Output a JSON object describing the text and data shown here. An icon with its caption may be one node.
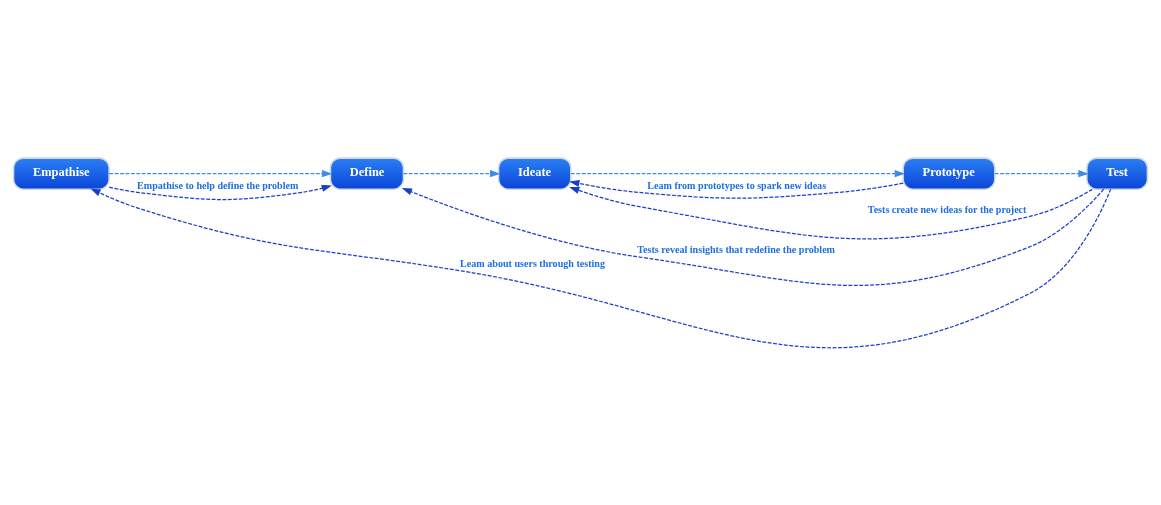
{
  "diagram": {
    "nodes": [
      {
        "text": [
          "Empathise"
        ]
      },
      {
        "text": [
          "Define"
        ]
      },
      {
        "text": [
          "Ideate"
        ]
      },
      {
        "text": [
          "Prototype"
        ]
      },
      {
        "text": [
          "Test"
        ]
      }
    ],
    "edges": [
      {
        "from": 0,
        "to": 1,
        "arrow": "to",
        "style": "dashed",
        "color": "#3d8be8"
      },
      {
        "from": 1,
        "to": 2,
        "arrow": "to",
        "style": "dashed",
        "color": "#3d8be8"
      },
      {
        "from": 2,
        "to": 3,
        "arrow": "to",
        "style": "dashed",
        "color": "#3d8be8"
      },
      {
        "from": 3,
        "to": 4,
        "arrow": "to",
        "style": "dashed",
        "color": "#3d8be8"
      },
      {
        "from": 4,
        "to": 0,
        "arrow": "to",
        "style": "dashed",
        "label": "Leam about users through testing"
      },
      {
        "from": 0,
        "to": 1,
        "arrow": "to",
        "style": "dashed",
        "label": "Empathise to help define the problem"
      },
      {
        "from": 4,
        "to": 2,
        "arrow": "to",
        "style": "dashed",
        "label": "Tests create new ideas for the project"
      },
      {
        "from": 3,
        "to": 2,
        "arrow": "to",
        "style": "dashed",
        "label": "Leam from prototypes to spark new ideas"
      },
      {
        "from": 4,
        "to": 1,
        "arrow": "to",
        "style": "dashed",
        "label": "Tests reveal insights that redefine the problem"
      }
    ]
  }
}
